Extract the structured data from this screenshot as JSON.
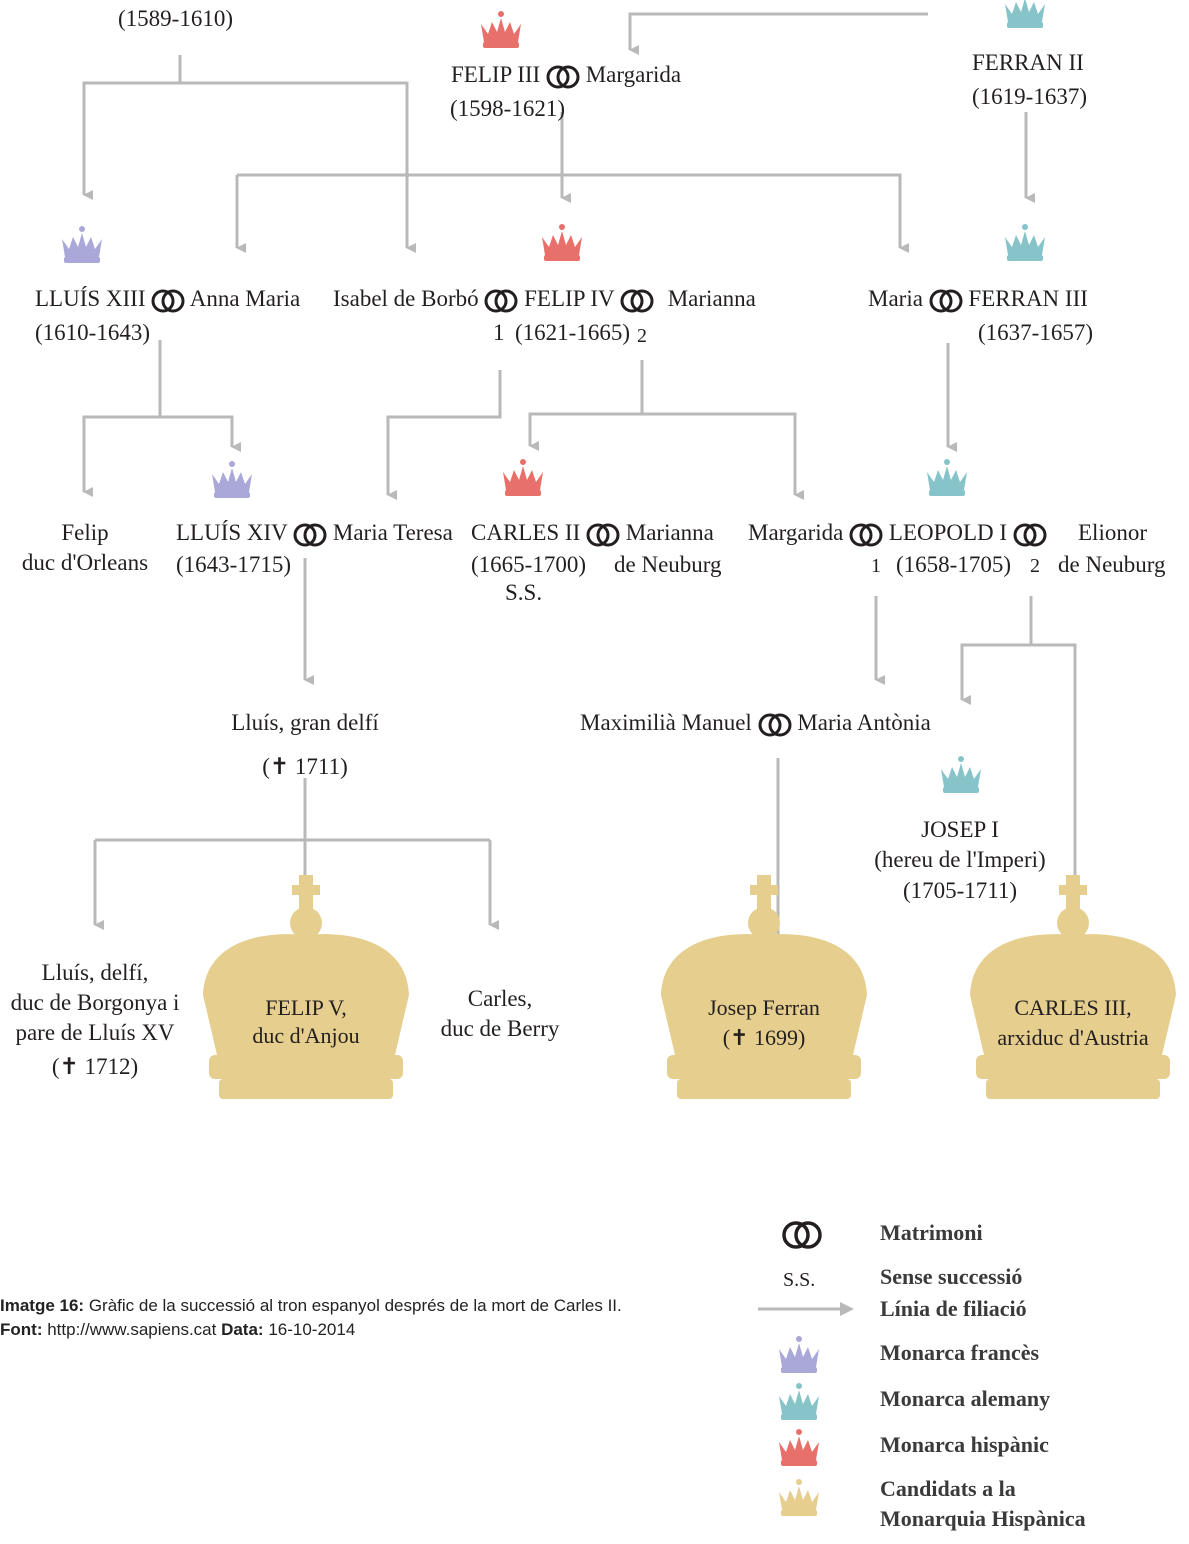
{
  "colors": {
    "french": "#a9a8d8",
    "german": "#86c4c9",
    "hispanic": "#e8706a",
    "candidate": "#e6cf8e",
    "line": "#b9b9b9"
  },
  "nodes": {
    "henri_dates": "(1589-1610)",
    "felip3": "FELIP III",
    "felip3_spouse": "Margarida",
    "felip3_dates": "(1598-1621)",
    "ferran2": "FERRAN II",
    "ferran2_dates": "(1619-1637)",
    "lluis13": "LLUÍS XIII",
    "anna_maria": "Anna Maria",
    "lluis13_dates": "(1610-1643)",
    "isabel": "Isabel de Borbó",
    "felip4": "FELIP IV",
    "marianna": "Marianna",
    "felip4_n1": "1",
    "felip4_dates": "(1621-1665)",
    "felip4_n2": "2",
    "maria": "Maria",
    "ferran3": "FERRAN III",
    "ferran3_dates": "(1637-1657)",
    "felip_orleans_1": "Felip",
    "felip_orleans_2": "duc d'Orleans",
    "lluis14": "LLUÍS XIV",
    "maria_teresa": "Maria Teresa",
    "lluis14_dates": "(1643-1715)",
    "carles2": "CARLES II",
    "marianna_neuburg_1": "Marianna",
    "marianna_neuburg_2": "de Neuburg",
    "carles2_dates": "(1665-1700)",
    "carles2_ss": "S.S.",
    "margarida2": "Margarida",
    "leopold": "LEOPOLD I",
    "elionor_1": "Elionor",
    "elionor_2": "de Neuburg",
    "leopold_n1": "1",
    "leopold_dates": "(1658-1705)",
    "leopold_n2": "2",
    "gran_delfi": "Lluís, gran delfí",
    "gran_delfi_death": "(✝ 1711)",
    "maximilia": "Maximilià Manuel",
    "maria_antonia": "Maria Antònia",
    "josep1_1": "JOSEP I",
    "josep1_2": "(hereu de l'Imperi)",
    "josep1_3": "(1705-1711)",
    "delfi_1": "Lluís, delfí,",
    "delfi_2": "duc de Borgonya i",
    "delfi_3": "pare de Lluís XV",
    "delfi_4": "(✝ 1712)",
    "felip5_1": "FELIP V,",
    "felip5_2": "duc d'Anjou",
    "carles_berry_1": "Carles,",
    "carles_berry_2": "duc de Berry",
    "josep_ferran_1": "Josep Ferran",
    "josep_ferran_2": "(✝ 1699)",
    "carles3_1": "CARLES III,",
    "carles3_2": "arxiduc d'Austria"
  },
  "caption": {
    "label1": "Imatge 16:",
    "text1": " Gràfic de la successió al tron espanyol després de la mort de Carles II.",
    "label2": "Font:",
    "text2": " http://www.sapiens.cat  ",
    "label3": "Data:",
    "text3": " 16-10-2014"
  },
  "legend": {
    "matrimoni": "Matrimoni",
    "ss_symbol": "S.S.",
    "ss": "Sense successió",
    "filiacio": "Línia de filiació",
    "frances": "Monarca francès",
    "alemany": "Monarca alemany",
    "hispanic": "Monarca hispànic",
    "candidats_1": "Candidats a la",
    "candidats_2": "Monarquia Hispànica"
  }
}
